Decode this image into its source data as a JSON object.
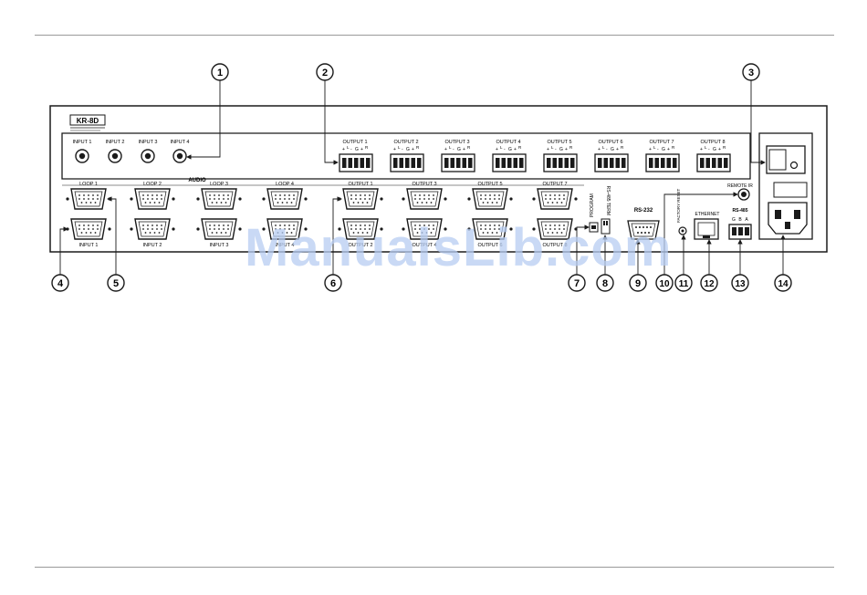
{
  "brand": {
    "model": "KR-8D"
  },
  "callouts": [
    "1",
    "2",
    "3",
    "4",
    "5",
    "6",
    "7",
    "8",
    "9",
    "10",
    "11",
    "12",
    "13",
    "14"
  ],
  "audio": {
    "group_label": "AUDIO",
    "inputs": [
      "INPUT 1",
      "INPUT 2",
      "INPUT 3",
      "INPUT 4"
    ],
    "outputs": [
      "OUTPUT 1",
      "OUTPUT 2",
      "OUTPUT 3",
      "OUTPUT 4",
      "OUTPUT 5",
      "OUTPUT 6",
      "OUTPUT 7",
      "OUTPUT 8"
    ],
    "pin_labels": {
      "plus": "+",
      "L": "L",
      "minus": "-",
      "G": "G",
      "R": "R"
    }
  },
  "video": {
    "loops": [
      "LOOP 1",
      "LOOP 2",
      "LOOP 3",
      "LOOP 4"
    ],
    "inputs": [
      "INPUT 1",
      "INPUT 2",
      "INPUT 3",
      "INPUT 4"
    ],
    "outputs_top": [
      "OUTPUT 1",
      "OUTPUT 3",
      "OUTPUT 5",
      "OUTPUT 7"
    ],
    "outputs_bottom": [
      "OUTPUT 2",
      "OUTPUT 4",
      "OUTPUT 6",
      "OUTPUT 8"
    ]
  },
  "controls": {
    "program": "PROGRAM",
    "rs485_term": "RS-485 TERM",
    "rs232": "RS-232",
    "factory_reset": "FACTORY RESET",
    "ethernet": "ETHERNET",
    "remote_ir": "REMOTE IR",
    "rs485": "RS-485",
    "rs485_pins": [
      "G",
      "B",
      "A"
    ]
  },
  "watermark": "ManualsLib.com",
  "colors": {
    "line": "#1a1a1a",
    "watermark": "#b7cdf2"
  }
}
